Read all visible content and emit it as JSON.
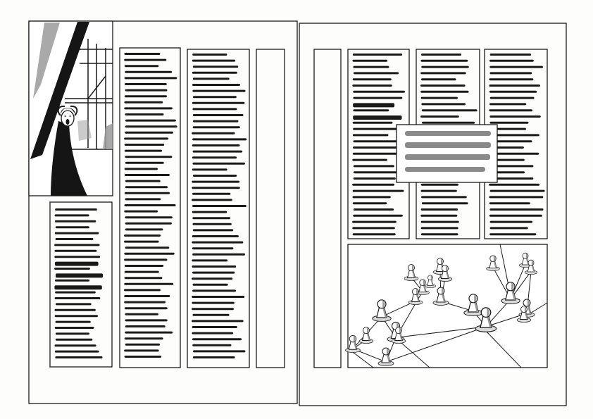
{
  "sketch": {
    "colors": {
      "paper": "#fdfdfc",
      "ink": "#1a1a1a",
      "marker_gray": "#8a8a8a",
      "light_gray": "#bdbdbd"
    },
    "left_page": {
      "illustration": "person-screaming-at-window",
      "columns": 3,
      "highlighted_lines": 3
    },
    "right_page": {
      "columns": 3,
      "highlighted_lines": 2,
      "pull_quote_lines": 4,
      "illustration": "network-of-pawn-figures",
      "pawn_count": 21
    }
  }
}
